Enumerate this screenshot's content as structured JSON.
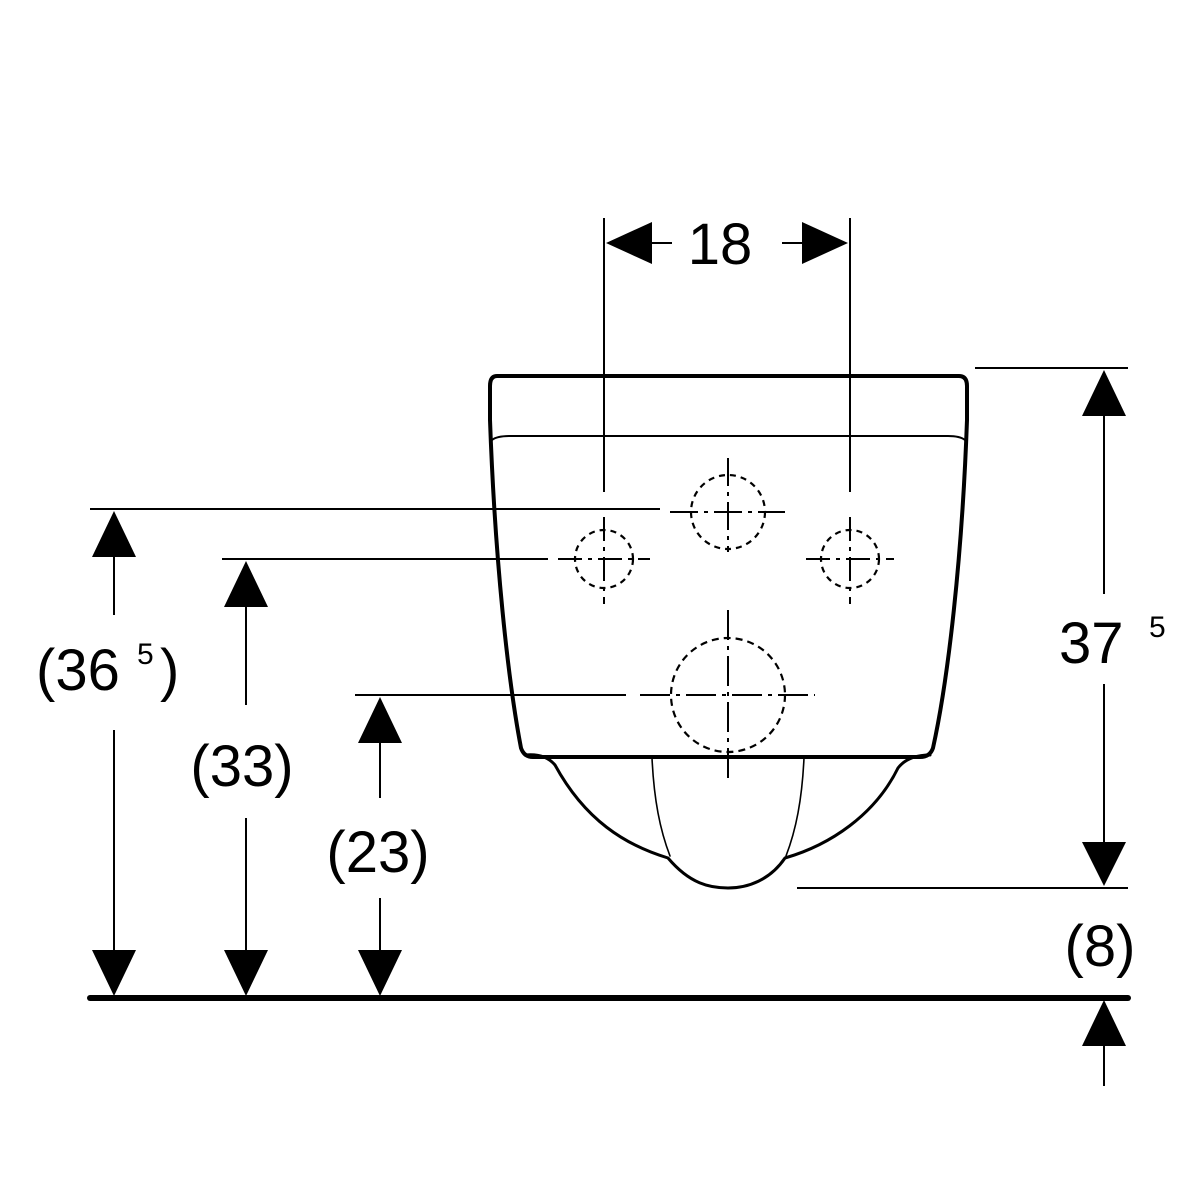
{
  "diagram": {
    "dimensions": {
      "inlet_spacing": "18",
      "total_height": {
        "main": "37",
        "sup": "5"
      },
      "upper_inlet_height": {
        "open": "(36",
        "sup": "5",
        "close": ")"
      },
      "side_inlet_height": "(33)",
      "outlet_height": "(23)",
      "floor_clearance": "(8)"
    },
    "colors": {
      "line": "#000000",
      "background": "#ffffff"
    }
  }
}
